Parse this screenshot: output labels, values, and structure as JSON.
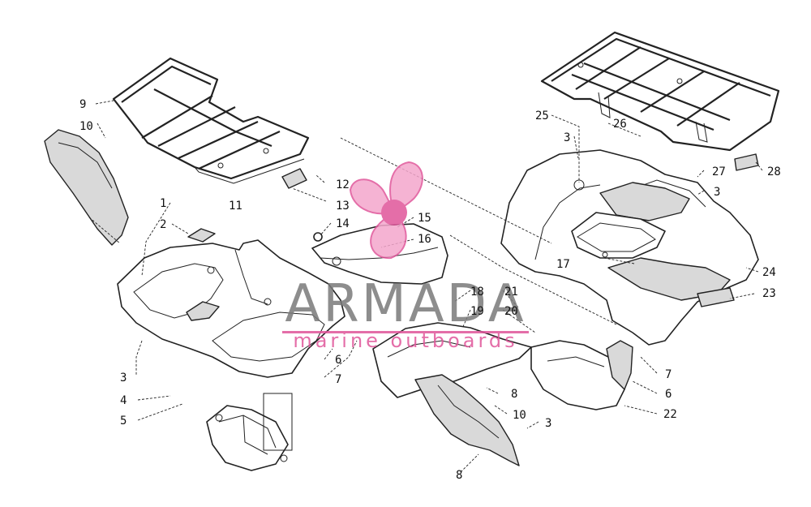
{
  "watermark": {
    "brand": "ARMADA",
    "tagline": "marine outboards",
    "colors": {
      "brand_gray": "#7a7a7a",
      "brand_pink": "#e0559a"
    }
  },
  "callouts": {
    "c1": "1",
    "c2": "2",
    "c3a": "3",
    "c3b": "3",
    "c3c": "3",
    "c3d": "3",
    "c4": "4",
    "c5": "5",
    "c6a": "6",
    "c6b": "6",
    "c7a": "7",
    "c7b": "7",
    "c8a": "8",
    "c8b": "8",
    "c9": "9",
    "c10a": "10",
    "c10b": "10",
    "c11": "11",
    "c12": "12",
    "c13": "13",
    "c14": "14",
    "c15": "15",
    "c16": "16",
    "c17": "17",
    "c18": "18",
    "c19": "19",
    "c20": "20",
    "c21": "21",
    "c22": "22",
    "c23": "23",
    "c24": "24",
    "c25": "25",
    "c26": "26",
    "c27": "27",
    "c28": "28"
  }
}
